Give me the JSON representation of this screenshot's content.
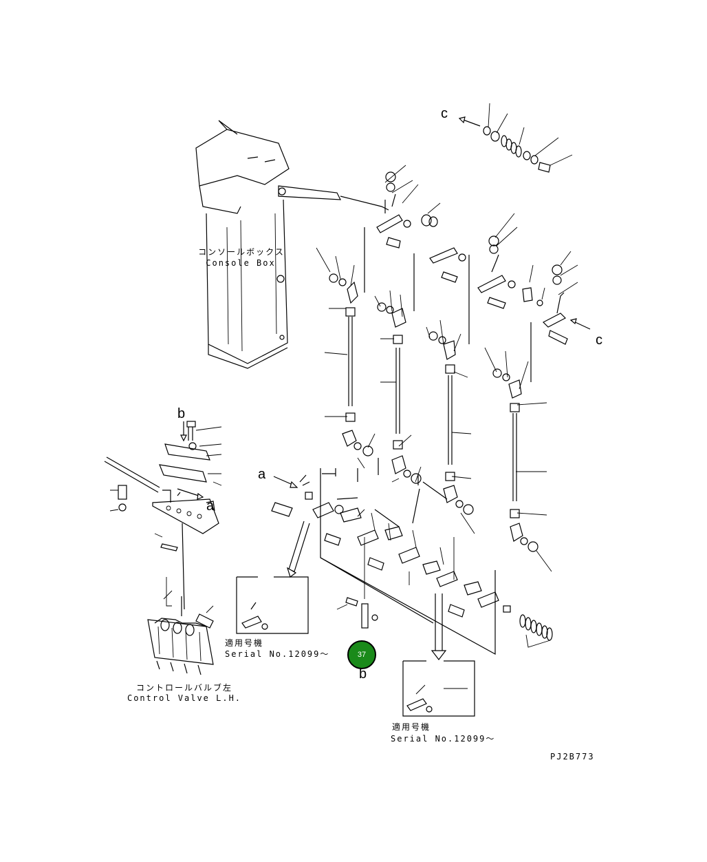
{
  "labels": {
    "console_box_jp": "コンソールボックス",
    "console_box_en": "Console Box",
    "control_valve_jp": "コントロールバルブ左",
    "control_valve_en": "Control Valve L.H.",
    "serial_jp_1": "適用号機",
    "serial_en_1": "Serial No.12099～",
    "serial_jp_2": "適用号機",
    "serial_en_2": "Serial No.12099～",
    "drawing_code": "PJ2B773"
  },
  "letters": {
    "c_top": "c",
    "c_right": "c",
    "a_left": "a",
    "a_mid": "a",
    "b_top": "b",
    "b_bottom": "b"
  },
  "callout": {
    "number": "37",
    "fill_color": "#1a8a1a",
    "icon": "callout-circle"
  }
}
